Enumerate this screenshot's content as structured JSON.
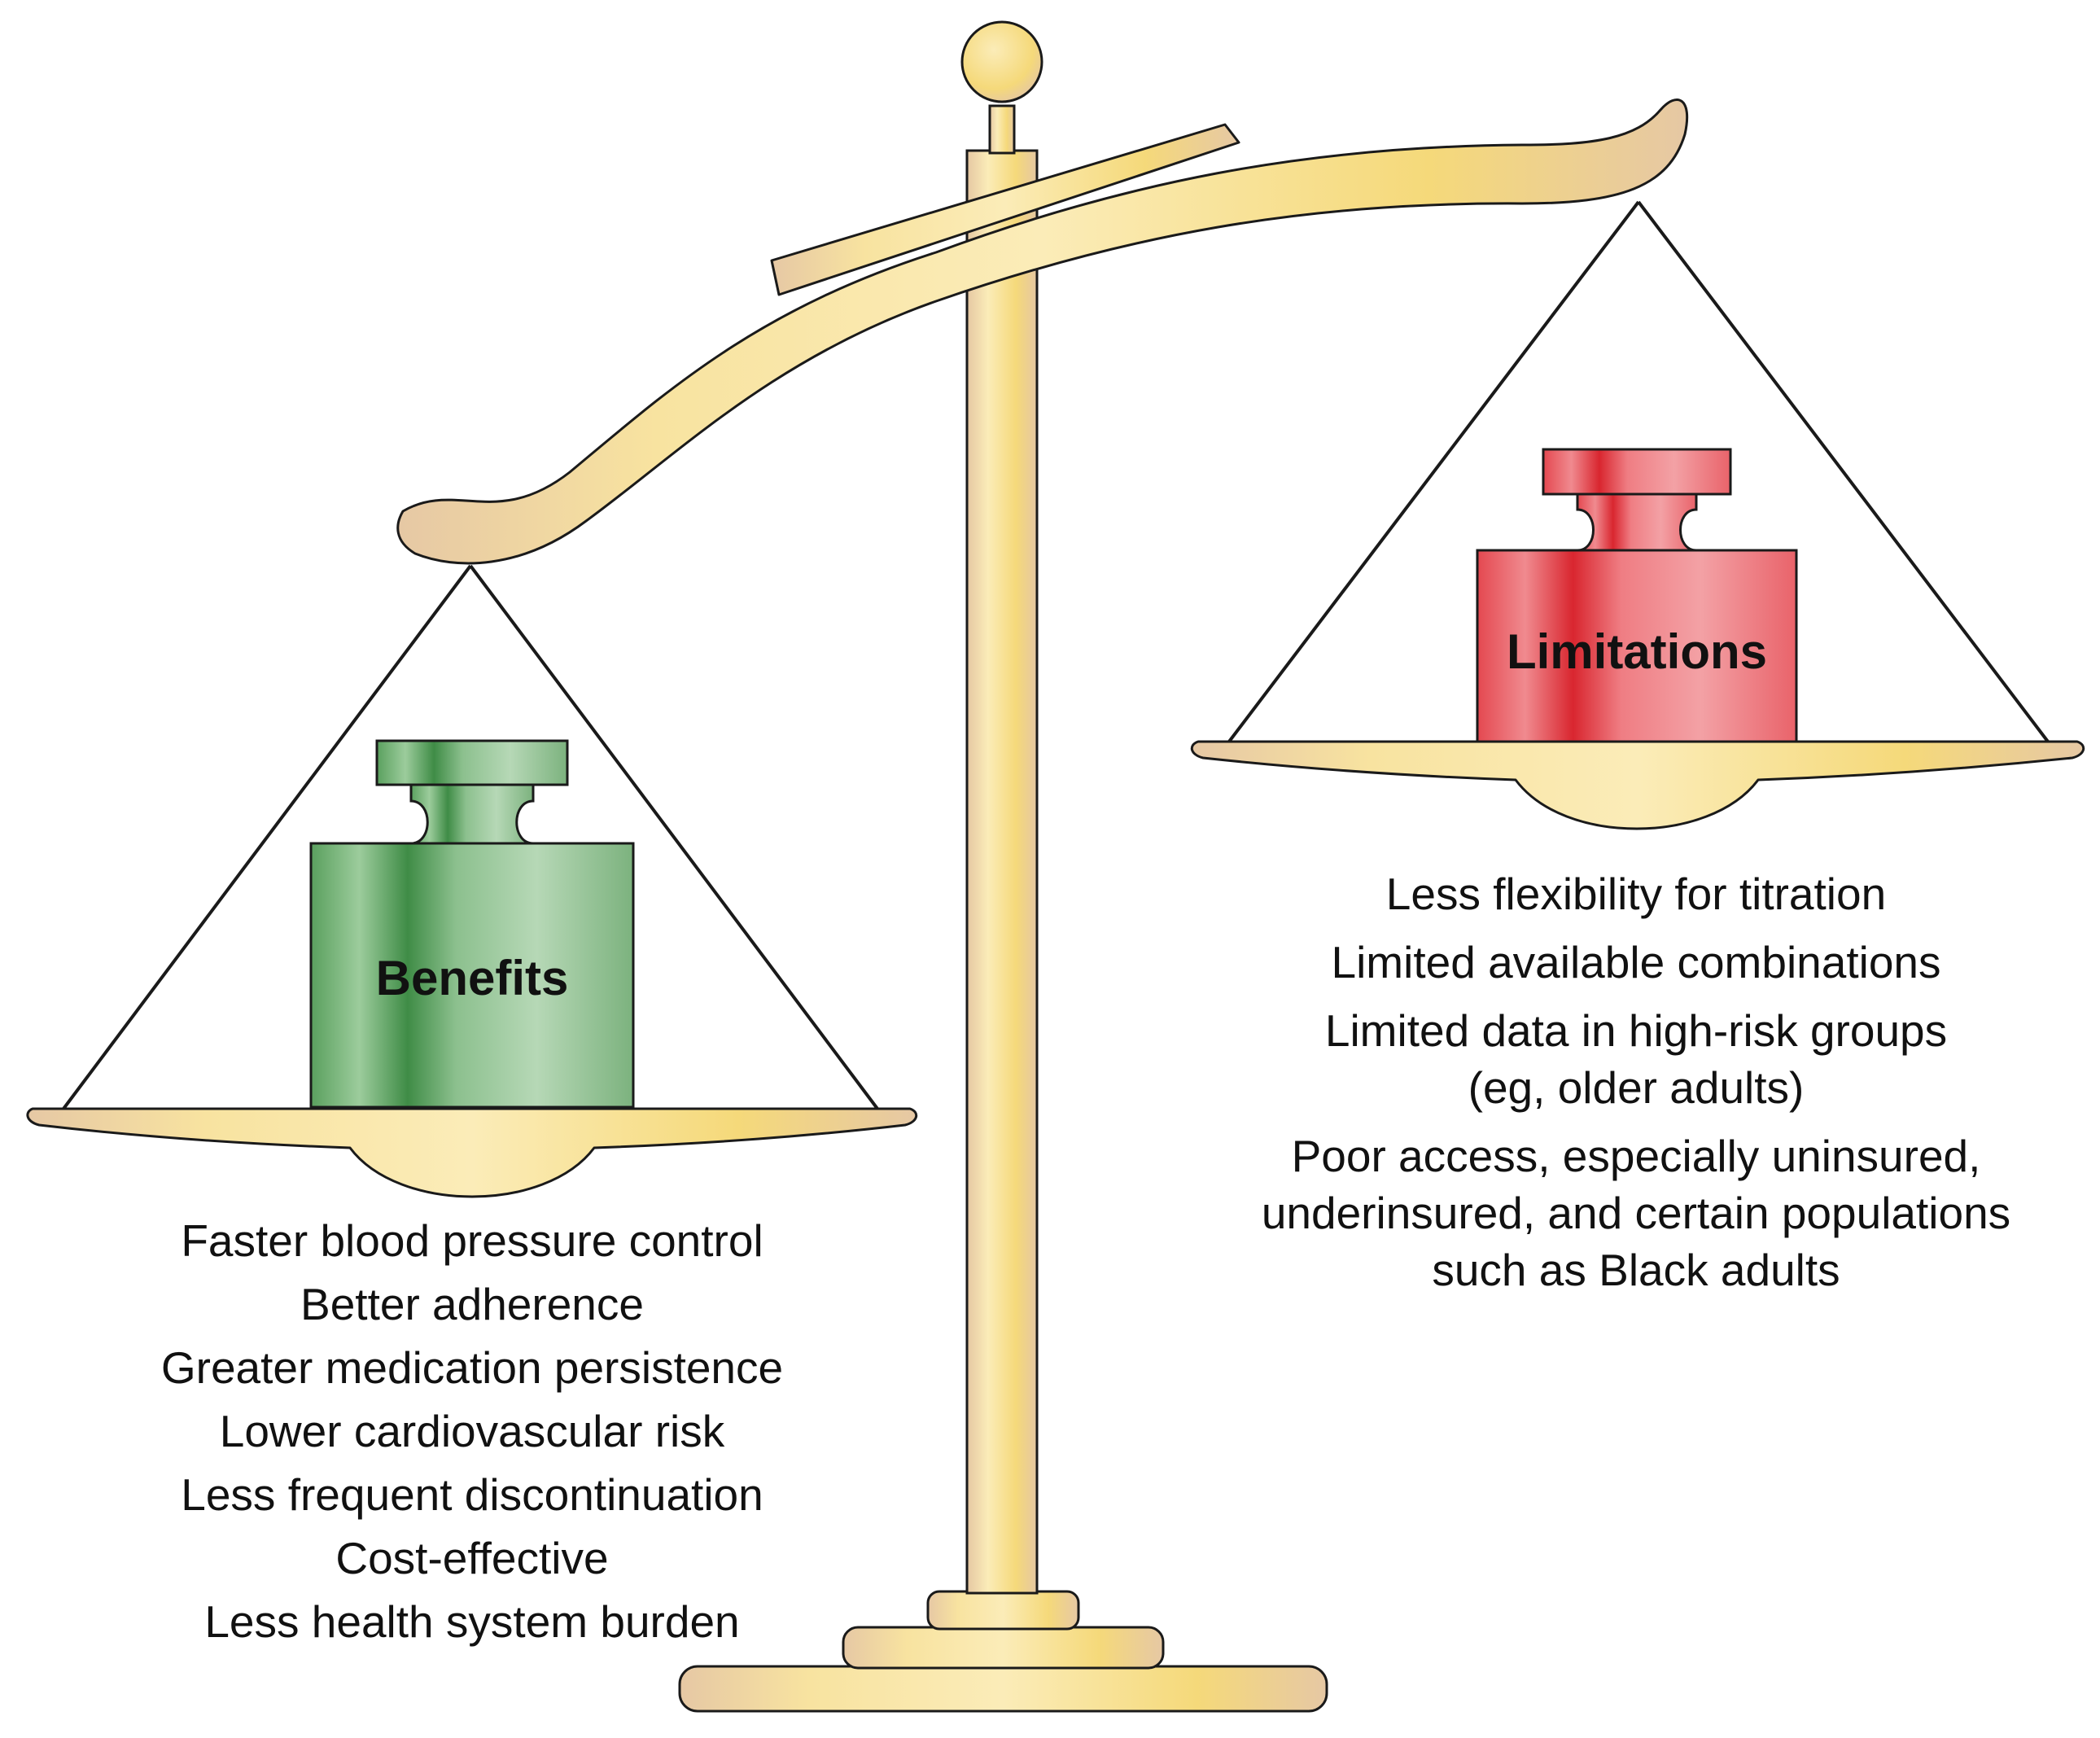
{
  "colors": {
    "gold": "#f5da7c",
    "gold_light": "#fbecb8",
    "gold_dark": "#e2c4a0",
    "benefits_green": "#5fa562",
    "limitations_red": "#e8555e",
    "outline": "#1a1a1a"
  },
  "left_pan": {
    "weight_label": "Benefits",
    "items": [
      "Faster blood pressure control",
      "Better adherence",
      "Greater medication persistence",
      "Lower cardiovascular risk",
      "Less frequent discontinuation",
      "Cost-effective",
      "Less health system burden"
    ]
  },
  "right_pan": {
    "weight_label": "Limitations",
    "items": [
      "Less flexibility for titration",
      "Limited available combinations",
      "Limited data in high-risk groups",
      "(eg, older adults)",
      "Poor access, especially uninsured,",
      "underinsured, and certain populations",
      "such as Black adults"
    ]
  }
}
